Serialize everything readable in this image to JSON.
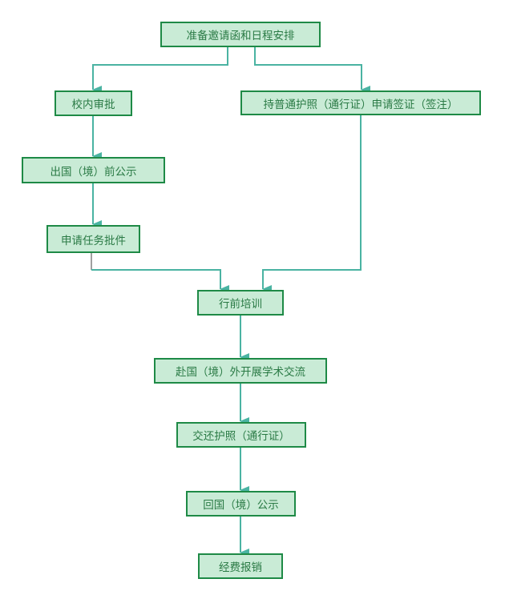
{
  "diagram": {
    "type": "flowchart",
    "colors": {
      "node_fill": "#c9ebd6",
      "node_border": "#1e8a46",
      "node_text": "#2a7a45",
      "edge": "#4ab3a2",
      "stub": "#a0a0a0"
    },
    "nodes": [
      {
        "id": "prepare",
        "label": "准备邀请函和日程安排"
      },
      {
        "id": "approval",
        "label": "校内审批"
      },
      {
        "id": "visa",
        "label": "持普通护照（通行证）申请签证（签注）"
      },
      {
        "id": "pre_notice",
        "label": "出国（境）前公示"
      },
      {
        "id": "mission",
        "label": "申请任务批件"
      },
      {
        "id": "training",
        "label": "行前培训"
      },
      {
        "id": "exchange",
        "label": "赴国（境）外开展学术交流"
      },
      {
        "id": "return_passport",
        "label": "交还护照（通行证）"
      },
      {
        "id": "post_notice",
        "label": "回国（境）公示"
      },
      {
        "id": "reimburse",
        "label": "经费报销"
      }
    ],
    "edges": [
      {
        "from": "prepare",
        "to": "approval"
      },
      {
        "from": "prepare",
        "to": "visa"
      },
      {
        "from": "approval",
        "to": "pre_notice"
      },
      {
        "from": "pre_notice",
        "to": "mission"
      },
      {
        "from": "mission",
        "to": "training"
      },
      {
        "from": "visa",
        "to": "training"
      },
      {
        "from": "training",
        "to": "exchange"
      },
      {
        "from": "exchange",
        "to": "return_passport"
      },
      {
        "from": "return_passport",
        "to": "post_notice"
      },
      {
        "from": "post_notice",
        "to": "reimburse"
      }
    ]
  }
}
